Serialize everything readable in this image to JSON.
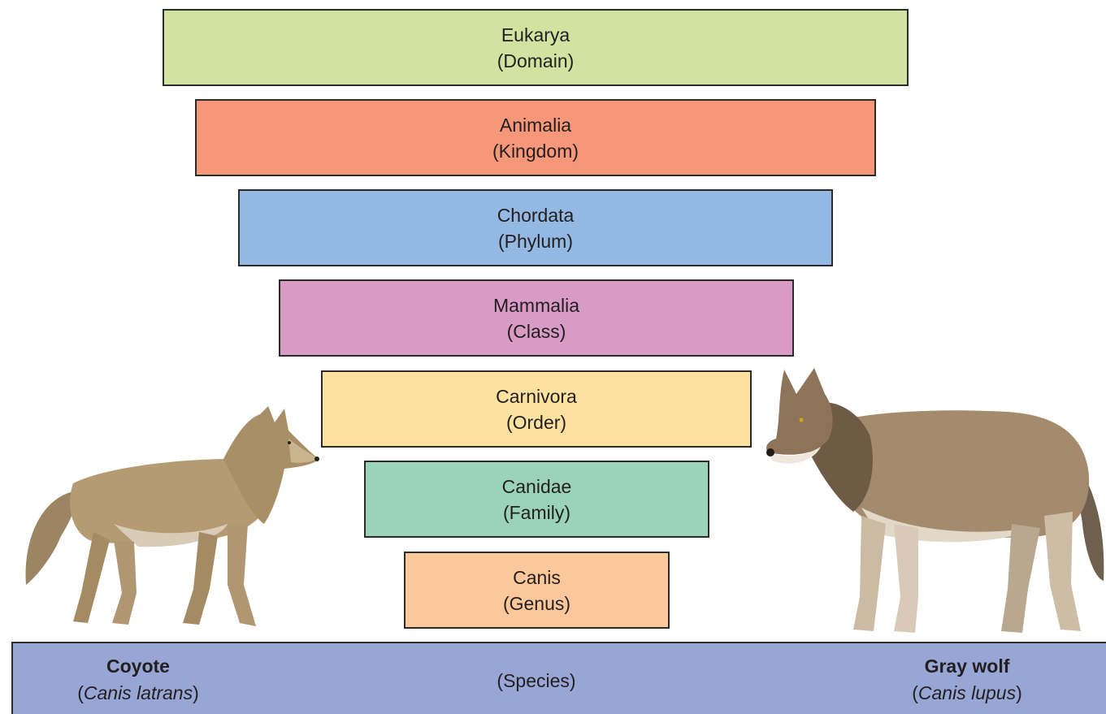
{
  "ranks": [
    {
      "name": "Eukarya",
      "rank": "(Domain)",
      "color": "#d2e3a1"
    },
    {
      "name": "Animalia",
      "rank": "(Kingdom)",
      "color": "#f6977a"
    },
    {
      "name": "Chordata",
      "rank": "(Phylum)",
      "color": "#93b9e3"
    },
    {
      "name": "Mammalia",
      "rank": "(Class)",
      "color": "#d89bc6"
    },
    {
      "name": "Carnivora",
      "rank": "(Order)",
      "color": "#fde1a1"
    },
    {
      "name": "Canidae",
      "rank": "(Family)",
      "color": "#9ad3b8"
    },
    {
      "name": "Canis",
      "rank": "(Genus)",
      "color": "#fcc89b"
    }
  ],
  "species": {
    "rank": "(Species)",
    "color": "#98a6d6",
    "left": {
      "common": "Coyote",
      "scientific": "Canis latrans"
    },
    "right": {
      "common": "Gray wolf",
      "scientific": "Canis lupus"
    }
  }
}
